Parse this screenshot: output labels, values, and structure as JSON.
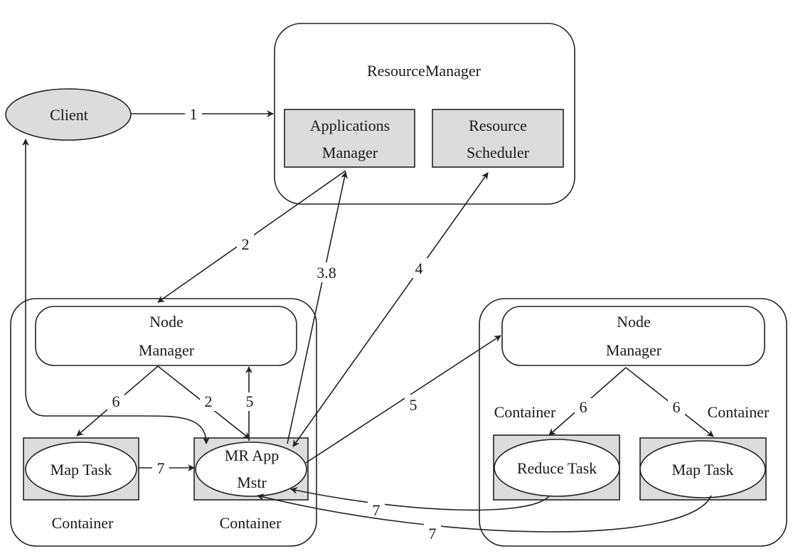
{
  "nodes": {
    "client": "Client",
    "resource_manager": "ResourceManager",
    "applications_manager": [
      "Applications",
      "Manager"
    ],
    "resource_scheduler": [
      "Resource",
      "Scheduler"
    ],
    "node_manager_left": [
      "Node",
      "Manager"
    ],
    "node_manager_right": [
      "Node",
      "Manager"
    ],
    "map_task_left": "Map Task",
    "mr_app_master": [
      "MR App",
      "Mstr"
    ],
    "reduce_task": "Reduce Task",
    "map_task_right": "Map Task",
    "container_label": "Container"
  },
  "edges": {
    "e1": "1",
    "e2_top": "2",
    "e38": "3.8",
    "e4": "4",
    "e5_right": "5",
    "e5_up": "5",
    "e6_left": "6",
    "e2_left": "2",
    "e7_left": "7",
    "e7_reduce": "7",
    "e7_map": "7",
    "e6_r_left": "6",
    "e6_r_right": "6"
  }
}
